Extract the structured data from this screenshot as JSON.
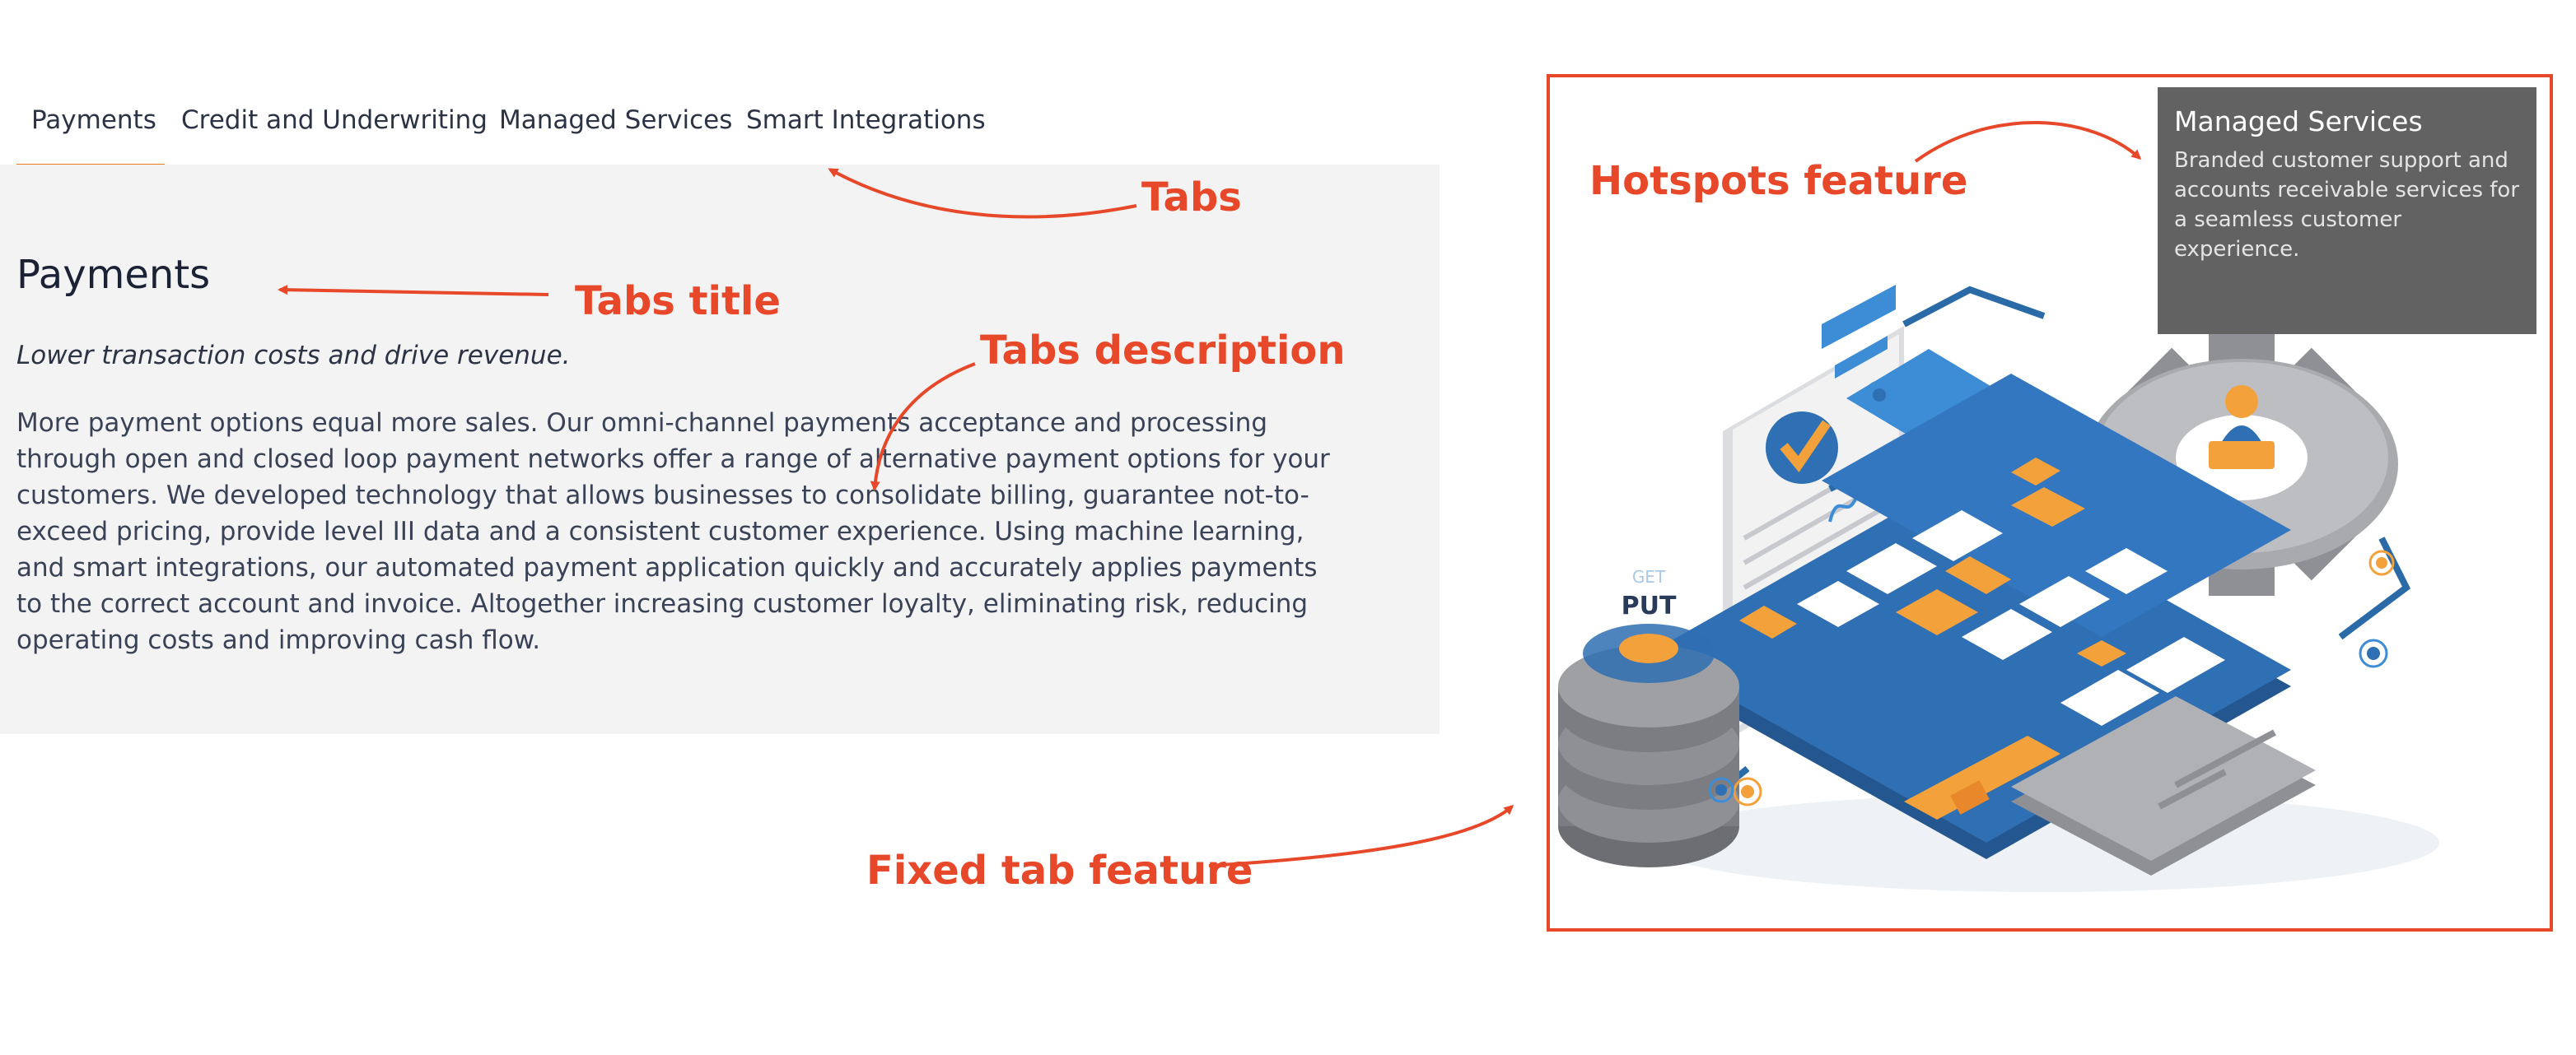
{
  "tabs": [
    {
      "label": "Payments",
      "active": true
    },
    {
      "label": "Credit and Underwriting",
      "active": false
    },
    {
      "label": "Managed Services",
      "active": false
    },
    {
      "label": "Smart Integrations",
      "active": false
    }
  ],
  "panel": {
    "title": "Payments",
    "subtitle": "Lower transaction costs and drive revenue.",
    "body": "More payment options equal more sales. Our omni-channel payments acceptance and processing through open and closed loop payment networks offer a range of alternative payment options for your customers. We developed technology that allows businesses to consolidate billing, guarantee not-to-exceed pricing, provide level III data and a consistent customer experience. Using machine learning, and smart integrations, our automated payment application quickly and accurately applies payments to the correct account and invoice. Altogether increasing customer loyalty, eliminating risk, reducing operating costs and improving cash flow."
  },
  "callouts": {
    "tabs": "Tabs",
    "tabs_title": "Tabs title",
    "tabs_description": "Tabs description",
    "hotspots": "Hotspots feature",
    "fixed_tab": "Fixed tab feature"
  },
  "tooltip": {
    "title": "Managed Services",
    "text": "Branded customer support and accounts receivable services for a seamless customer experience."
  },
  "illustration": {
    "get_label": "GET",
    "put_label": "PUT"
  },
  "colors": {
    "accent": "#ec7a1f",
    "callout": "#e8482a",
    "panel_bg": "#f3f3f3",
    "tooltip_bg": "#626262",
    "blue": "#2f6fb3"
  }
}
